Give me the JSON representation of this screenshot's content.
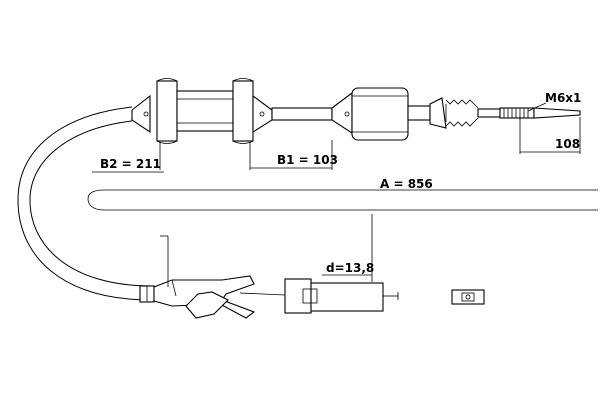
{
  "labels": {
    "thread": "M6x1",
    "thread_length": "108",
    "b2": "B2 = 211",
    "b1": "B1 = 103",
    "a": "A = 856",
    "diameter": "d=13,8"
  }
}
